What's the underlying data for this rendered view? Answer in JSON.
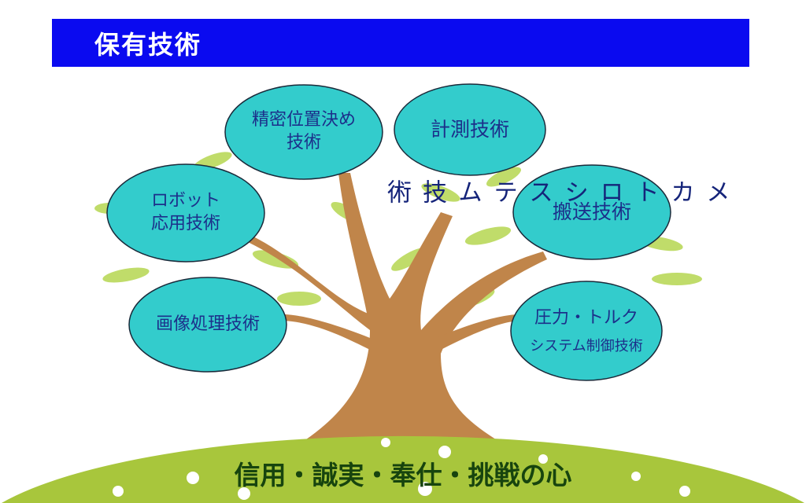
{
  "header": {
    "title": "保有技術"
  },
  "trunk_label": "メカトロシステム技術",
  "bubbles": [
    {
      "line1": "精密位置決め",
      "line2": "技術"
    },
    {
      "line1": "計測技術",
      "line2": ""
    },
    {
      "line1": "ロボット",
      "line2": "応用技術"
    },
    {
      "line1": "搬送技術",
      "line2": ""
    },
    {
      "line1": "画像処理技術",
      "line2": ""
    },
    {
      "line1": "圧力・トルク",
      "line2": "システム制御技術"
    }
  ],
  "motto": "信用・誠実・奉仕・挑戦の心",
  "colors": {
    "header": "#0a0af0",
    "bubble": "#33cccc",
    "trunk": "#c0854a",
    "hill": "#a8c63c",
    "leaf": "#b7d957"
  }
}
